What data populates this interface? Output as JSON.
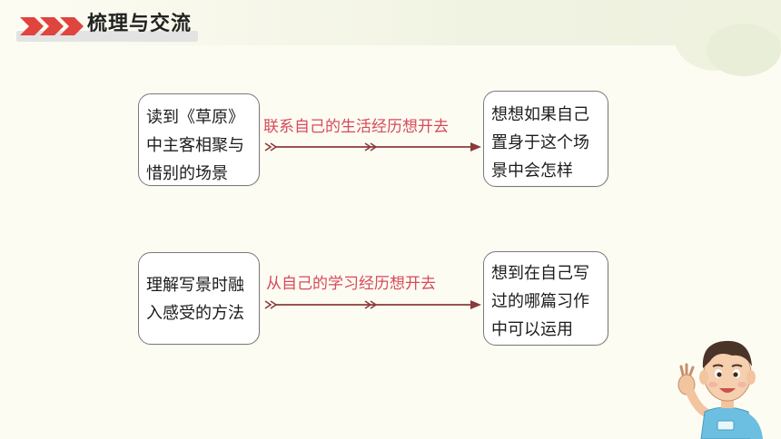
{
  "header": {
    "title": "梳理与交流"
  },
  "flows": [
    {
      "left_lines": [
        "读到《草原》",
        "中主客相聚与",
        "惜别的场景"
      ],
      "connector_label": "联系自己的生活经历想开去",
      "right_lines": [
        "想想如果自己",
        "置身于这个场",
        "景中会怎样"
      ]
    },
    {
      "left_lines": [
        "理解写景时融",
        "入感受的方法"
      ],
      "connector_label": "从自己的学习经历想开去",
      "right_lines": [
        "想到在自己写",
        "过的哪篇习作",
        "中可以运用"
      ]
    }
  ],
  "colors": {
    "accent_red": "#e0443e",
    "label_pink": "#d64a5a",
    "arrow_brown": "#8a3b3b"
  }
}
